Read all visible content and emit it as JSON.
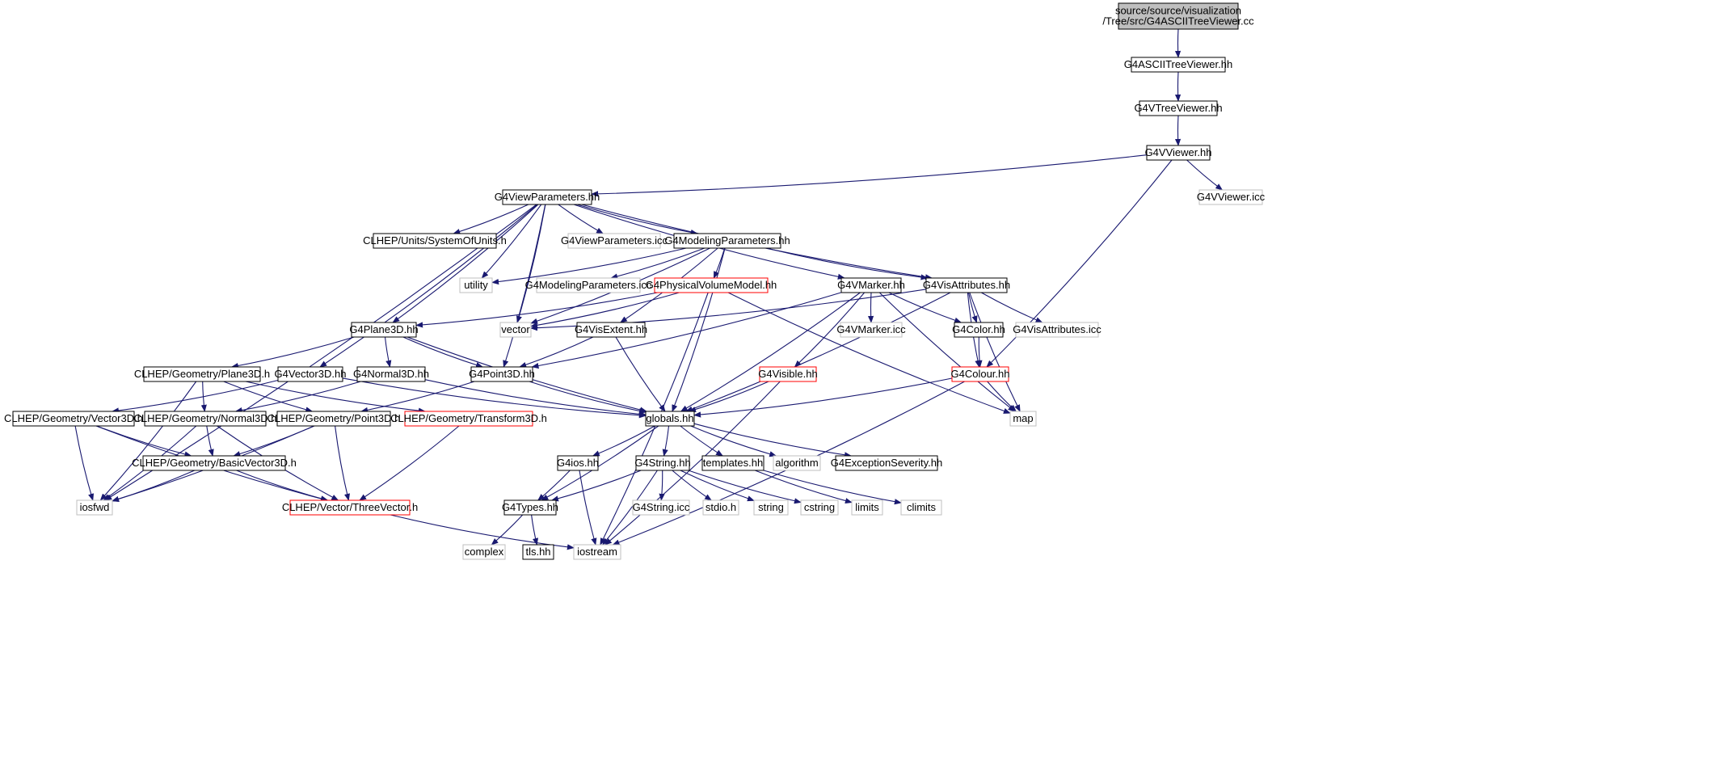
{
  "diagram": {
    "colors": {
      "edge": "#191970",
      "border_black": "#000000",
      "border_gray": "#bfbfbf",
      "border_red": "#ff0000",
      "root_fill": "#bfbfbf",
      "text": "#000000"
    },
    "nodes": [
      {
        "id": "root",
        "label": "source/source/visualization\n/Tree/src/G4ASCIITreeViewer.cc",
        "style": "root"
      },
      {
        "id": "asciiviewer",
        "label": "G4ASCIITreeViewer.hh",
        "style": "black"
      },
      {
        "id": "vtreeviewer",
        "label": "G4VTreeViewer.hh",
        "style": "black"
      },
      {
        "id": "vviewer",
        "label": "G4VViewer.hh",
        "style": "black"
      },
      {
        "id": "vviewer_icc",
        "label": "G4VViewer.icc",
        "style": "gray"
      },
      {
        "id": "viewparams",
        "label": "G4ViewParameters.hh",
        "style": "black"
      },
      {
        "id": "sysunits",
        "label": "CLHEP/Units/SystemOfUnits.h",
        "style": "black"
      },
      {
        "id": "viewparams_icc",
        "label": "G4ViewParameters.icc",
        "style": "gray"
      },
      {
        "id": "modelingparams",
        "label": "G4ModelingParameters.hh",
        "style": "black"
      },
      {
        "id": "utility",
        "label": "utility",
        "style": "gray"
      },
      {
        "id": "modelingparams_icc",
        "label": "G4ModelingParameters.icc",
        "style": "gray"
      },
      {
        "id": "physvolmodel",
        "label": "G4PhysicalVolumeModel.hh",
        "style": "red"
      },
      {
        "id": "vmarker",
        "label": "G4VMarker.hh",
        "style": "black"
      },
      {
        "id": "visattribs",
        "label": "G4VisAttributes.hh",
        "style": "black"
      },
      {
        "id": "plane3d",
        "label": "G4Plane3D.hh",
        "style": "black"
      },
      {
        "id": "vector",
        "label": "vector",
        "style": "gray"
      },
      {
        "id": "visextent",
        "label": "G4VisExtent.hh",
        "style": "black"
      },
      {
        "id": "vmarker_icc",
        "label": "G4VMarker.icc",
        "style": "gray"
      },
      {
        "id": "color",
        "label": "G4Color.hh",
        "style": "black"
      },
      {
        "id": "visattribs_icc",
        "label": "G4VisAttributes.icc",
        "style": "gray"
      },
      {
        "id": "clhep_plane3d",
        "label": "CLHEP/Geometry/Plane3D.h",
        "style": "black"
      },
      {
        "id": "vector3d",
        "label": "G4Vector3D.hh",
        "style": "black"
      },
      {
        "id": "normal3d",
        "label": "G4Normal3D.hh",
        "style": "black"
      },
      {
        "id": "point3d",
        "label": "G4Point3D.hh",
        "style": "black"
      },
      {
        "id": "visible",
        "label": "G4Visible.hh",
        "style": "red"
      },
      {
        "id": "colour",
        "label": "G4Colour.hh",
        "style": "red"
      },
      {
        "id": "clhep_vector3d",
        "label": "CLHEP/Geometry/Vector3D.h",
        "style": "black"
      },
      {
        "id": "clhep_normal3d",
        "label": "CLHEP/Geometry/Normal3D.h",
        "style": "black"
      },
      {
        "id": "clhep_point3d",
        "label": "CLHEP/Geometry/Point3D.h",
        "style": "black"
      },
      {
        "id": "clhep_transform3d",
        "label": "CLHEP/Geometry/Transform3D.h",
        "style": "red"
      },
      {
        "id": "globals",
        "label": "globals.hh",
        "style": "black"
      },
      {
        "id": "map",
        "label": "map",
        "style": "gray"
      },
      {
        "id": "clhep_basicvector3d",
        "label": "CLHEP/Geometry/BasicVector3D.h",
        "style": "black"
      },
      {
        "id": "g4ios",
        "label": "G4ios.hh",
        "style": "black"
      },
      {
        "id": "g4string",
        "label": "G4String.hh",
        "style": "black"
      },
      {
        "id": "templates",
        "label": "templates.hh",
        "style": "black"
      },
      {
        "id": "algorithm",
        "label": "algorithm",
        "style": "gray"
      },
      {
        "id": "exceptionseverity",
        "label": "G4ExceptionSeverity.hh",
        "style": "black"
      },
      {
        "id": "iosfwd",
        "label": "iosfwd",
        "style": "gray"
      },
      {
        "id": "threevector",
        "label": "CLHEP/Vector/ThreeVector.h",
        "style": "red"
      },
      {
        "id": "g4types",
        "label": "G4Types.hh",
        "style": "black"
      },
      {
        "id": "g4string_icc",
        "label": "G4String.icc",
        "style": "gray"
      },
      {
        "id": "stdio",
        "label": "stdio.h",
        "style": "gray"
      },
      {
        "id": "string",
        "label": "string",
        "style": "gray"
      },
      {
        "id": "cstring",
        "label": "cstring",
        "style": "gray"
      },
      {
        "id": "limits",
        "label": "limits",
        "style": "gray"
      },
      {
        "id": "climits",
        "label": "climits",
        "style": "gray"
      },
      {
        "id": "complex",
        "label": "complex",
        "style": "gray"
      },
      {
        "id": "tls",
        "label": "tls.hh",
        "style": "black"
      },
      {
        "id": "iostream",
        "label": "iostream",
        "style": "gray"
      }
    ],
    "edges": [
      [
        "root",
        "asciiviewer"
      ],
      [
        "asciiviewer",
        "vtreeviewer"
      ],
      [
        "vtreeviewer",
        "vviewer"
      ],
      [
        "vviewer",
        "viewparams"
      ],
      [
        "vviewer",
        "vviewer_icc"
      ],
      [
        "vviewer",
        "colour"
      ],
      [
        "viewparams",
        "sysunits"
      ],
      [
        "viewparams",
        "viewparams_icc"
      ],
      [
        "viewparams",
        "modelingparams"
      ],
      [
        "viewparams",
        "utility"
      ],
      [
        "viewparams",
        "vmarker"
      ],
      [
        "viewparams",
        "visattribs"
      ],
      [
        "viewparams",
        "vector"
      ],
      [
        "viewparams",
        "plane3d"
      ],
      [
        "viewparams",
        "vector3d"
      ],
      [
        "viewparams",
        "point3d"
      ],
      [
        "viewparams",
        "iosfwd"
      ],
      [
        "modelingparams",
        "utility"
      ],
      [
        "modelingparams",
        "modelingparams_icc"
      ],
      [
        "modelingparams",
        "physvolmodel"
      ],
      [
        "modelingparams",
        "visattribs"
      ],
      [
        "modelingparams",
        "vector"
      ],
      [
        "modelingparams",
        "visextent"
      ],
      [
        "modelingparams",
        "globals"
      ],
      [
        "physvolmodel",
        "vector"
      ],
      [
        "physvolmodel",
        "plane3d"
      ],
      [
        "physvolmodel",
        "map"
      ],
      [
        "physvolmodel",
        "iostream"
      ],
      [
        "vmarker",
        "vmarker_icc"
      ],
      [
        "vmarker",
        "color"
      ],
      [
        "vmarker",
        "visible"
      ],
      [
        "vmarker",
        "point3d"
      ],
      [
        "vmarker",
        "globals"
      ],
      [
        "vmarker",
        "map"
      ],
      [
        "visattribs",
        "vector"
      ],
      [
        "visattribs",
        "color"
      ],
      [
        "visattribs",
        "visattribs_icc"
      ],
      [
        "visattribs",
        "colour"
      ],
      [
        "visattribs",
        "globals"
      ],
      [
        "visattribs",
        "map"
      ],
      [
        "plane3d",
        "clhep_plane3d"
      ],
      [
        "plane3d",
        "normal3d"
      ],
      [
        "plane3d",
        "point3d"
      ],
      [
        "plane3d",
        "globals"
      ],
      [
        "visextent",
        "point3d"
      ],
      [
        "visextent",
        "globals"
      ],
      [
        "color",
        "colour"
      ],
      [
        "colour",
        "globals"
      ],
      [
        "colour",
        "map"
      ],
      [
        "colour",
        "iostream"
      ],
      [
        "visible",
        "globals"
      ],
      [
        "visible",
        "iostream"
      ],
      [
        "clhep_plane3d",
        "clhep_normal3d"
      ],
      [
        "clhep_plane3d",
        "clhep_point3d"
      ],
      [
        "clhep_plane3d",
        "clhep_transform3d"
      ],
      [
        "clhep_plane3d",
        "iosfwd"
      ],
      [
        "vector3d",
        "clhep_vector3d"
      ],
      [
        "vector3d",
        "globals"
      ],
      [
        "normal3d",
        "clhep_normal3d"
      ],
      [
        "normal3d",
        "globals"
      ],
      [
        "point3d",
        "clhep_point3d"
      ],
      [
        "point3d",
        "globals"
      ],
      [
        "clhep_vector3d",
        "clhep_basicvector3d"
      ],
      [
        "clhep_vector3d",
        "iosfwd"
      ],
      [
        "clhep_vector3d",
        "threevector"
      ],
      [
        "clhep_normal3d",
        "clhep_basicvector3d"
      ],
      [
        "clhep_normal3d",
        "iosfwd"
      ],
      [
        "clhep_normal3d",
        "threevector"
      ],
      [
        "clhep_point3d",
        "clhep_basicvector3d"
      ],
      [
        "clhep_point3d",
        "iosfwd"
      ],
      [
        "clhep_point3d",
        "threevector"
      ],
      [
        "clhep_transform3d",
        "threevector"
      ],
      [
        "clhep_basicvector3d",
        "iosfwd"
      ],
      [
        "clhep_basicvector3d",
        "threevector"
      ],
      [
        "threevector",
        "iostream"
      ],
      [
        "globals",
        "g4ios"
      ],
      [
        "globals",
        "g4string"
      ],
      [
        "globals",
        "templates"
      ],
      [
        "globals",
        "algorithm"
      ],
      [
        "globals",
        "exceptionseverity"
      ],
      [
        "globals",
        "g4types"
      ],
      [
        "g4ios",
        "g4types"
      ],
      [
        "g4ios",
        "iostream"
      ],
      [
        "g4string",
        "g4types"
      ],
      [
        "g4string",
        "g4string_icc"
      ],
      [
        "g4string",
        "stdio"
      ],
      [
        "g4string",
        "string"
      ],
      [
        "g4string",
        "cstring"
      ],
      [
        "g4string",
        "iostream"
      ],
      [
        "templates",
        "limits"
      ],
      [
        "templates",
        "climits"
      ],
      [
        "g4types",
        "complex"
      ],
      [
        "g4types",
        "tls"
      ]
    ]
  }
}
